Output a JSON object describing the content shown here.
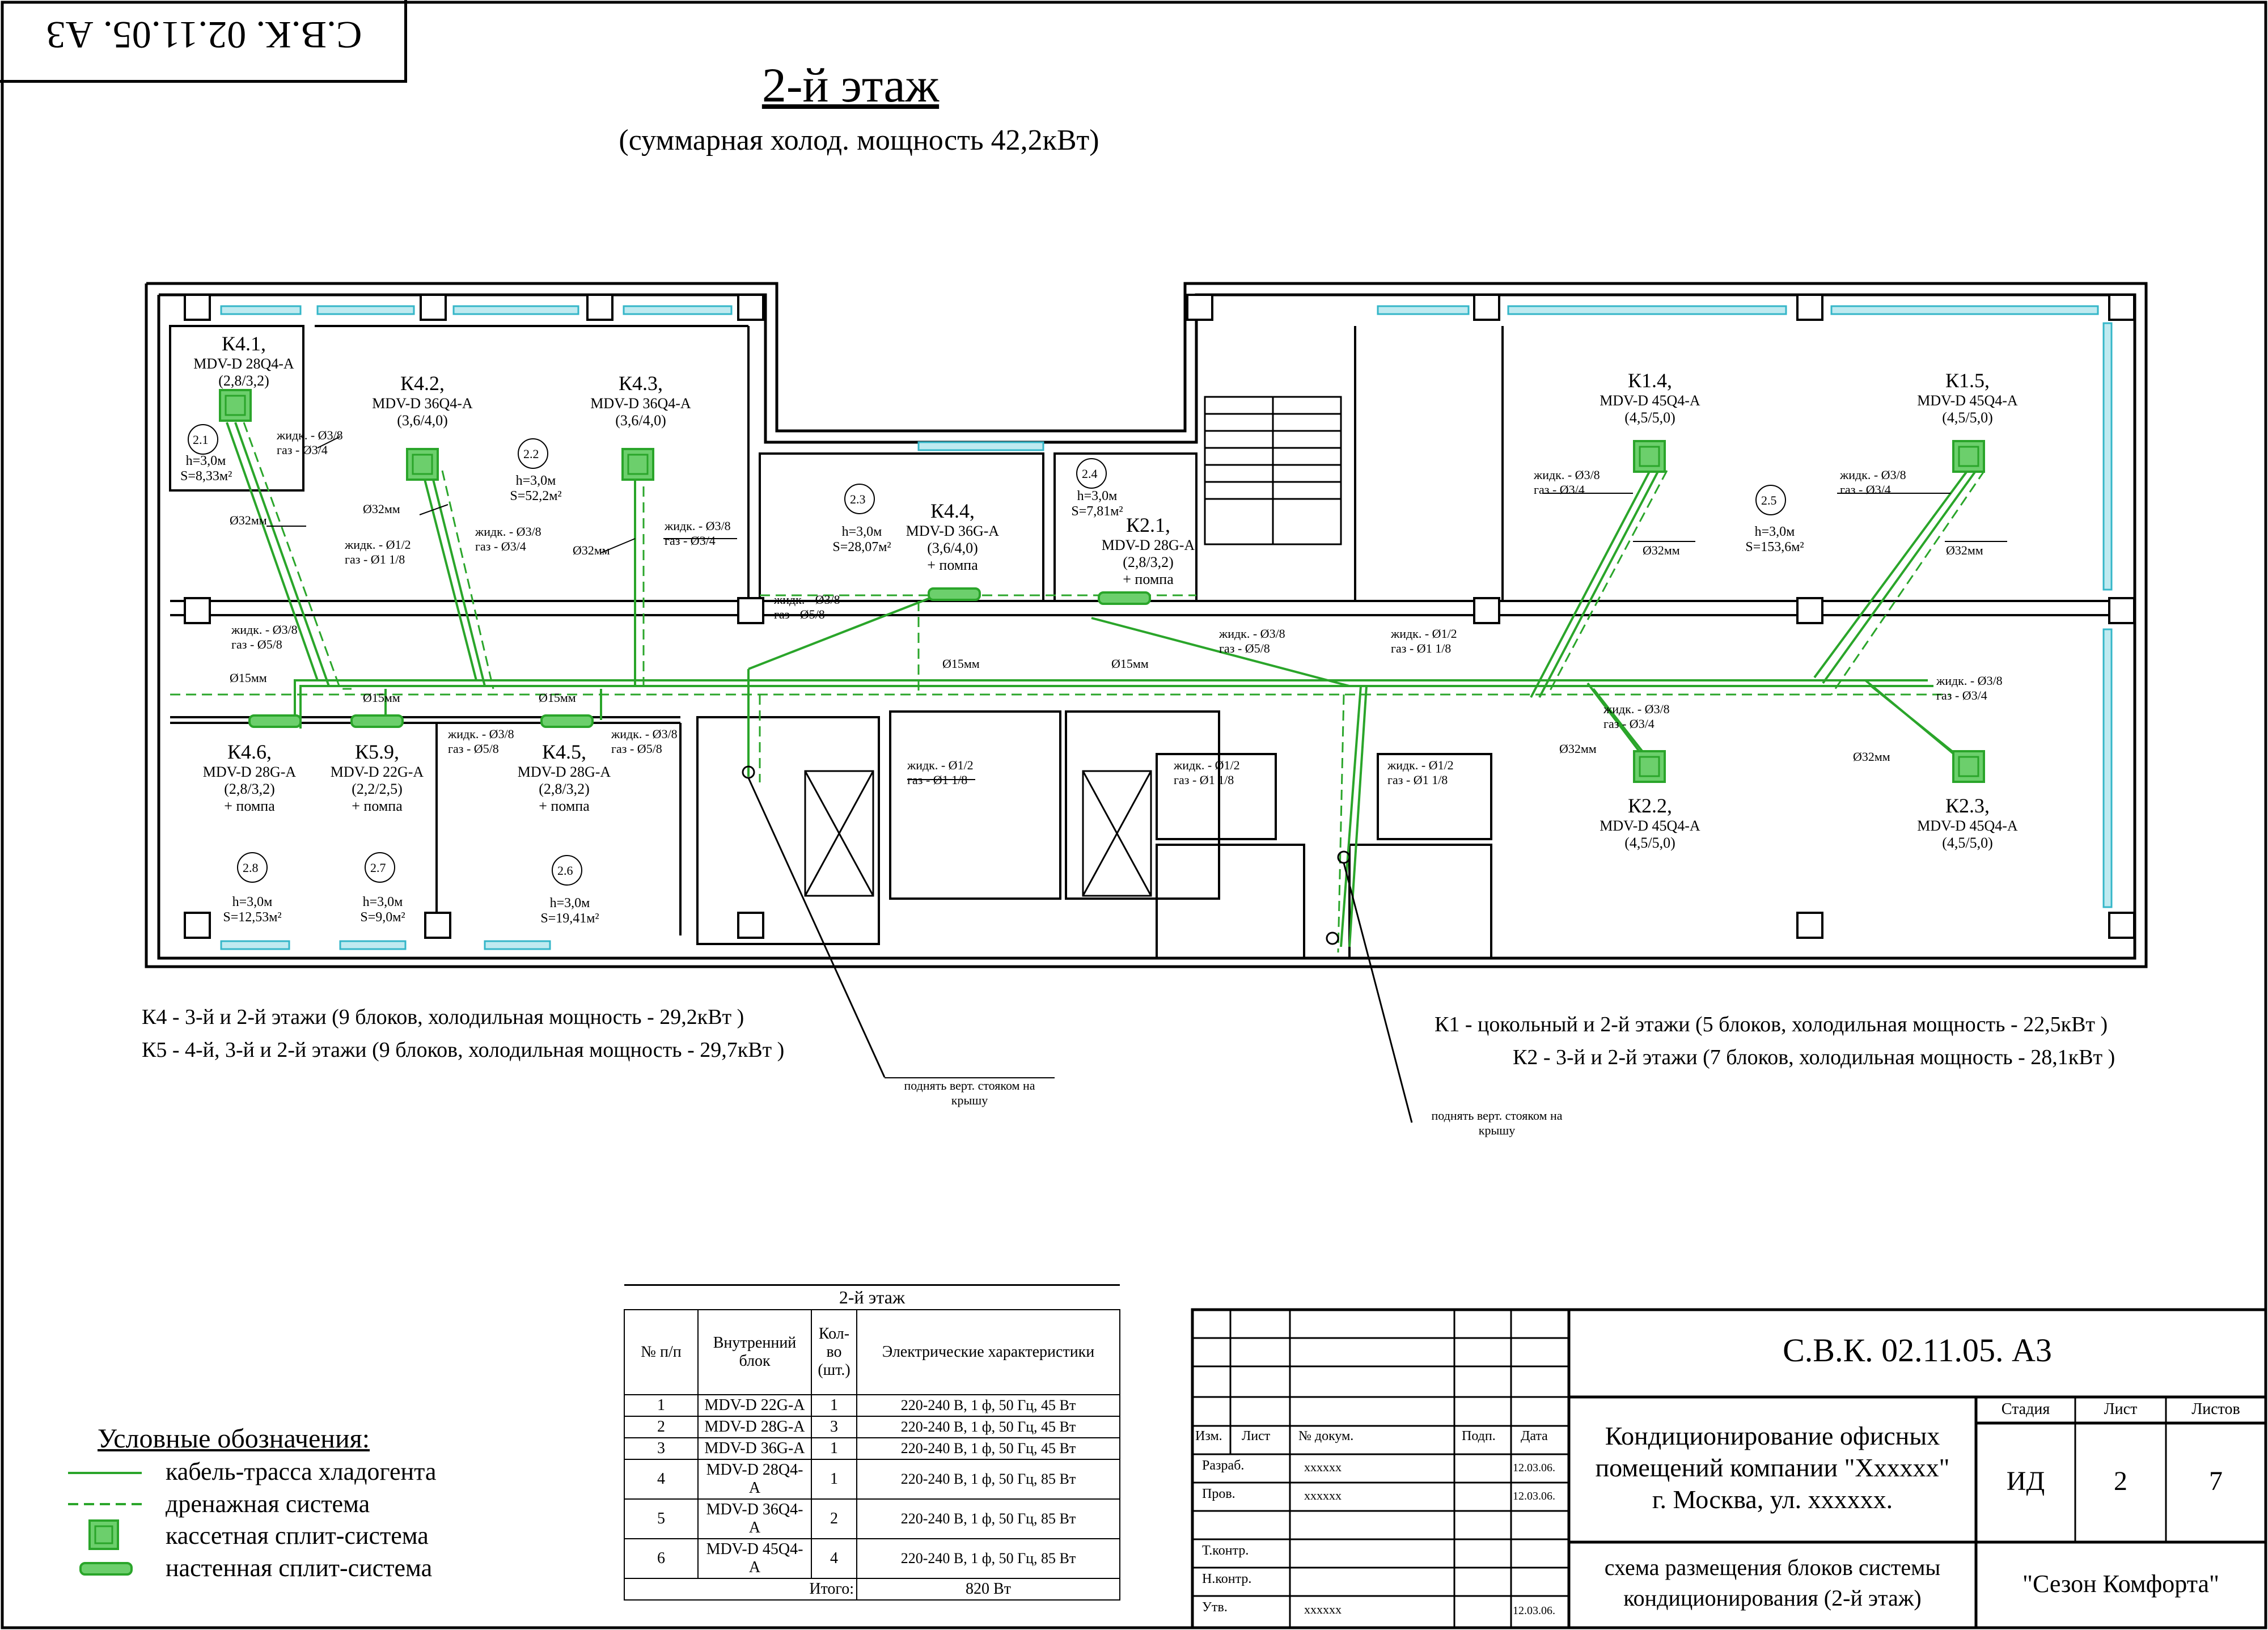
{
  "stamp": "С.В.К. 02.11.05. А3",
  "title": "2-й этаж",
  "subtitle": "(суммарная холод. мощность 42,2кВт)",
  "colors": {
    "refrigerant": "#2aa52a",
    "unit_fill": "#6ccf6c",
    "window": "#34b6c8"
  },
  "units": [
    {
      "id": "К4.1,",
      "model": "MDV-D 28Q4-A",
      "power": "(2,8/3,2)",
      "extra": ""
    },
    {
      "id": "К4.2,",
      "model": "MDV-D 36Q4-A",
      "power": "(3,6/4,0)",
      "extra": ""
    },
    {
      "id": "К4.3,",
      "model": "MDV-D 36Q4-A",
      "power": "(3,6/4,0)",
      "extra": ""
    },
    {
      "id": "К4.4,",
      "model": "MDV-D 36G-A",
      "power": "(3,6/4,0)",
      "extra": "+ помпа"
    },
    {
      "id": "К2.1,",
      "model": "MDV-D 28G-A",
      "power": "(2,8/3,2)",
      "extra": "+ помпа"
    },
    {
      "id": "К1.4,",
      "model": "MDV-D 45Q4-A",
      "power": "(4,5/5,0)",
      "extra": ""
    },
    {
      "id": "К1.5,",
      "model": "MDV-D 45Q4-A",
      "power": "(4,5/5,0)",
      "extra": ""
    },
    {
      "id": "К4.6,",
      "model": "MDV-D 28G-A",
      "power": "(2,8/3,2)",
      "extra": "+ помпа"
    },
    {
      "id": "К5.9,",
      "model": "MDV-D 22G-A",
      "power": "(2,2/2,5)",
      "extra": "+ помпа"
    },
    {
      "id": "К4.5,",
      "model": "MDV-D 28G-A",
      "power": "(2,8/3,2)",
      "extra": "+ помпа"
    },
    {
      "id": "К2.2,",
      "model": "MDV-D 45Q4-A",
      "power": "(4,5/5,0)",
      "extra": ""
    },
    {
      "id": "К2.3,",
      "model": "MDV-D 45Q4-A",
      "power": "(4,5/5,0)",
      "extra": ""
    }
  ],
  "rooms": [
    {
      "num": "2.1",
      "h": "h=3,0м",
      "s": "S=8,33м²"
    },
    {
      "num": "2.2",
      "h": "h=3,0м",
      "s": "S=52,2м²"
    },
    {
      "num": "2.3",
      "h": "h=3,0м",
      "s": "S=28,07м²"
    },
    {
      "num": "2.4",
      "h": "h=3,0м",
      "s": "S=7,81м²"
    },
    {
      "num": "2.5",
      "h": "h=3,0м",
      "s": "S=153,6м²"
    },
    {
      "num": "2.8",
      "h": "h=3,0м",
      "s": "S=12,53м²"
    },
    {
      "num": "2.7",
      "h": "h=3,0м",
      "s": "S=9,0м²"
    },
    {
      "num": "2.6",
      "h": "h=3,0м",
      "s": "S=19,41м²"
    }
  ],
  "pipes": {
    "liq38": "жидк. - Ø3/8",
    "gas34": "газ - Ø3/4",
    "gas58": "газ - Ø5/8",
    "liq12": "жидк. - Ø1/2",
    "gas118": "газ - Ø1 1/8",
    "d32": "Ø32мм",
    "d15": "Ø15мм"
  },
  "notes": {
    "k4": "К4 - 3-й и 2-й этажи (9 блоков, холодильная мощность - 29,2кВт )",
    "k5": "К5 - 4-й, 3-й  и 2-й этажи (9 блоков, холодильная мощность - 29,7кВт )",
    "k1": "К1 - цокольный и 2-й этажи (5 блоков, холодильная мощность - 22,5кВт )",
    "k2": "К2 - 3-й и 2-й этажи (7 блоков, холодильная мощность - 28,1кВт )",
    "riser1": "поднять верт. стояком на",
    "riser2": "крышу"
  },
  "legend": {
    "title": "Условные обозначения:",
    "items": [
      "кабель-трасса хладогента",
      "дренажная система",
      "кассетная сплит-система",
      "настенная сплит-система"
    ]
  },
  "spec_table": {
    "caption": "2-й этаж",
    "headers": [
      "№ п/п",
      "Внутренний блок",
      "Кол-во (шт.)",
      "Электрические характеристики"
    ],
    "rows": [
      [
        "1",
        "MDV-D 22G-A",
        "1",
        "220-240 В, 1 ф, 50 Гц, 45 Вт"
      ],
      [
        "2",
        "MDV-D 28G-A",
        "3",
        "220-240 В, 1 ф, 50 Гц, 45 Вт"
      ],
      [
        "3",
        "MDV-D 36G-A",
        "1",
        "220-240 В, 1 ф, 50 Гц, 45 Вт"
      ],
      [
        "4",
        "MDV-D 28Q4-A",
        "1",
        "220-240 В, 1 ф, 50 Гц, 85 Вт"
      ],
      [
        "5",
        "MDV-D 36Q4-A",
        "2",
        "220-240 В, 1 ф, 50 Гц, 85 Вт"
      ],
      [
        "6",
        "MDV-D 45Q4-A",
        "4",
        "220-240 В, 1 ф, 50 Гц, 85 Вт"
      ]
    ],
    "total_label": "Итого:",
    "total_value": "820 Вт"
  },
  "title_block": {
    "code": "С.В.К. 02.11.05. А3",
    "hdr_izm": "Изм.",
    "hdr_list": "Лист",
    "hdr_doc": "№ докум.",
    "hdr_sign": "Подп.",
    "hdr_date": "Дата",
    "razrab": "Разраб.",
    "prov": "Пров.",
    "tkontr": "Т.контр.",
    "nkontr": "Н.контр.",
    "utv": "Утв.",
    "name_x": "xxxxxx",
    "date": "12.03.06.",
    "project1": "Кондиционирование офисных",
    "project2": "помещений компании \"Xxxxxx\"",
    "project3": "г. Москва, ул. xxxxxx.",
    "stage_hdr": "Стадия",
    "sheet_hdr": "Лист",
    "sheets_hdr": "Листов",
    "stage": "ИД",
    "sheet": "2",
    "sheets": "7",
    "drawing1": "схема размещения блоков системы",
    "drawing2": "кондиционирования (2-й этаж)",
    "company": "\"Сезон Комфорта\""
  }
}
